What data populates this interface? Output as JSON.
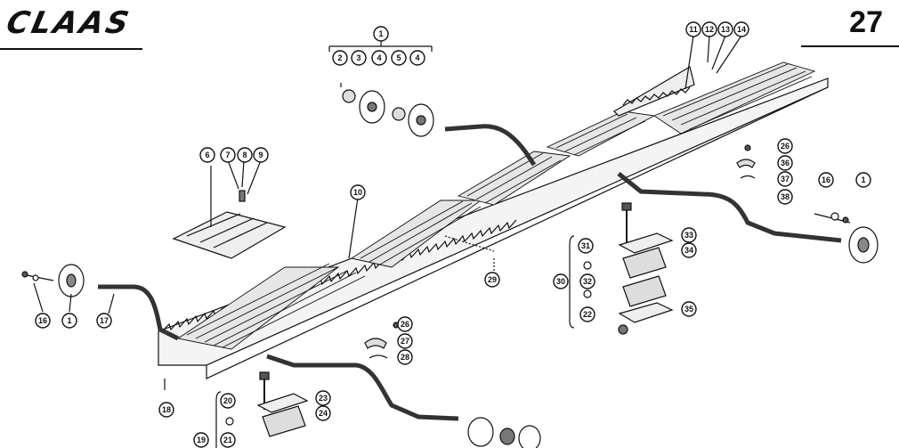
{
  "header": {
    "brand": "CLAAS",
    "page_number": "27"
  },
  "callouts": [
    {
      "id": "c1a",
      "label": "1"
    },
    {
      "id": "c2",
      "label": "2"
    },
    {
      "id": "c3",
      "label": "3"
    },
    {
      "id": "c4a",
      "label": "4"
    },
    {
      "id": "c5",
      "label": "5"
    },
    {
      "id": "c4b",
      "label": "4"
    },
    {
      "id": "c6",
      "label": "6"
    },
    {
      "id": "c7",
      "label": "7"
    },
    {
      "id": "c8",
      "label": "8"
    },
    {
      "id": "c9",
      "label": "9"
    },
    {
      "id": "c10",
      "label": "10"
    },
    {
      "id": "c11",
      "label": "11"
    },
    {
      "id": "c12",
      "label": "12"
    },
    {
      "id": "c13",
      "label": "13"
    },
    {
      "id": "c14",
      "label": "14"
    },
    {
      "id": "c26a",
      "label": "26"
    },
    {
      "id": "c36",
      "label": "36"
    },
    {
      "id": "c37",
      "label": "37"
    },
    {
      "id": "c38",
      "label": "38"
    },
    {
      "id": "c16a",
      "label": "16"
    },
    {
      "id": "c1b",
      "label": "1"
    },
    {
      "id": "c29",
      "label": "29"
    },
    {
      "id": "c31",
      "label": "31"
    },
    {
      "id": "c33",
      "label": "33"
    },
    {
      "id": "c34",
      "label": "34"
    },
    {
      "id": "c30",
      "label": "30"
    },
    {
      "id": "c32",
      "label": "32"
    },
    {
      "id": "c22",
      "label": "22"
    },
    {
      "id": "c35",
      "label": "35"
    },
    {
      "id": "c16b",
      "label": "16"
    },
    {
      "id": "c1c",
      "label": "1"
    },
    {
      "id": "c17",
      "label": "17"
    },
    {
      "id": "c26b",
      "label": "26"
    },
    {
      "id": "c27",
      "label": "27"
    },
    {
      "id": "c28",
      "label": "28"
    },
    {
      "id": "c18",
      "label": "18"
    },
    {
      "id": "c20",
      "label": "20"
    },
    {
      "id": "c23",
      "label": "23"
    },
    {
      "id": "c24",
      "label": "24"
    },
    {
      "id": "c19",
      "label": "19"
    },
    {
      "id": "c21",
      "label": "21"
    }
  ]
}
